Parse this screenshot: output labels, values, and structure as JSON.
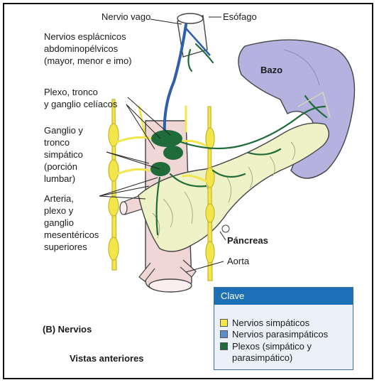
{
  "labels": {
    "vagus": "Nervio vago",
    "esophagus": "Esófago",
    "splanchnic_1": "Nervios esplácnicos",
    "splanchnic_2": "abdominopélvicos",
    "splanchnic_3": "(mayor, menor e imo)",
    "spleen": "Bazo",
    "celiac_1": "Plexo, tronco",
    "celiac_2": "y ganglio celíacos",
    "trunk_1": "Ganglio y",
    "trunk_2": "tronco",
    "trunk_3": "simpático",
    "trunk_4": "(porción",
    "trunk_5": "lumbar)",
    "mesenteric_1": "Arteria,",
    "mesenteric_2": "plexo y",
    "mesenteric_3": "ganglio",
    "mesenteric_4": "mesentéricos",
    "mesenteric_5": "superiores",
    "pancreas": "Páncreas",
    "aorta": "Aorta",
    "panel": "(B) Nervios",
    "views": "Vistas anteriores"
  },
  "legend": {
    "title": "Clave",
    "items": [
      {
        "label": "Nervios simpáticos",
        "color": "#f2e64a"
      },
      {
        "label": "Nervios parasimpáticos",
        "color": "#5b8ec9"
      },
      {
        "label": "Plexos (simpático y",
        "label2": "parasimpático)",
        "color": "#1f6b3a"
      }
    ]
  },
  "colors": {
    "sympathetic": "#f2e64a",
    "parasympathetic": "#2f5fa8",
    "plexus": "#1f6b3a",
    "pancreas": "#eef2c6",
    "spleen": "#b6b2e0",
    "aorta": "#f1d6d6",
    "legend_header": "#1d6fb8"
  }
}
